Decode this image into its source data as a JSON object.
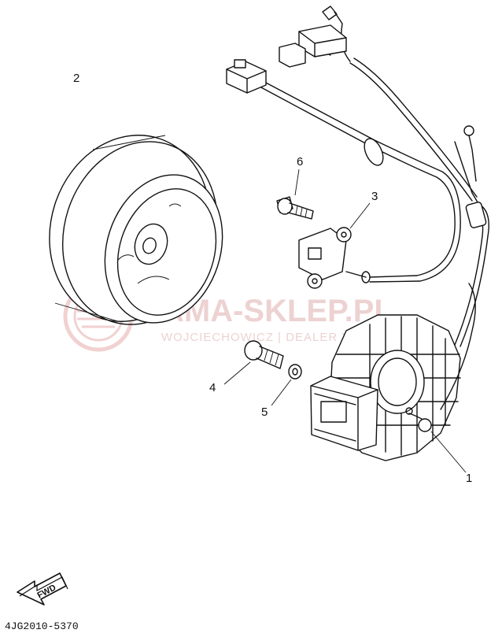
{
  "watermark": {
    "brand": "YAMA-SKLEP.PL",
    "subtitle": "WOJCIECHOWICZ | DEALER YAMAHA"
  },
  "callouts": {
    "p1": "1",
    "p2": "2",
    "p3": "3",
    "p4": "4",
    "p5": "5",
    "p6": "6"
  },
  "fwd_label": "FWD",
  "figure_code": "4JG2010-5370",
  "colors": {
    "line": "#111111",
    "watermark": "#e8c4c4"
  }
}
